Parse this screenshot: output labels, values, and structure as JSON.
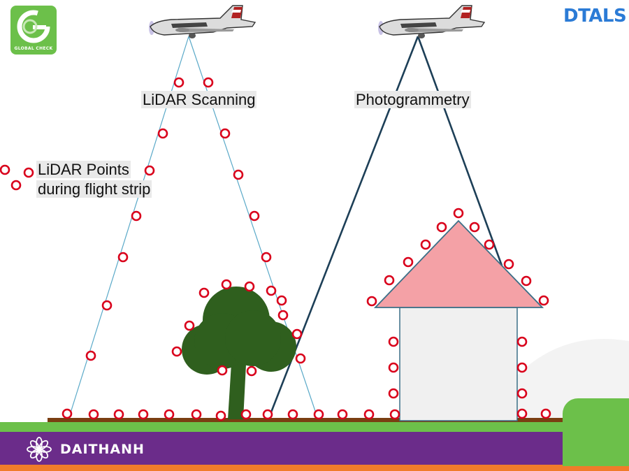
{
  "labels": {
    "lidar_scanning": "LiDAR Scanning",
    "photogrammetry": "Photogrammetry",
    "lidar_points_line1": "LiDAR Points",
    "lidar_points_line2": "during flight strip"
  },
  "logos": {
    "top_left_letter": "G",
    "top_left_text": "GLOBAL CHECK",
    "top_right_text": "DTALS",
    "footer_text": "DAITHANH"
  },
  "colors": {
    "point_ring": "#d9001b",
    "lidar_beam": "#5aa9c8",
    "photo_beam": "#1d3f57",
    "ground": "#7a3e12",
    "grass": "#6cc04a",
    "tree": "#2f5f1e",
    "roof": "#f4a1a6",
    "house_wall": "#f0f0f0",
    "footer_purple": "#6b2c8a",
    "footer_orange": "#f07c2a",
    "brand_green": "#6cc04a",
    "brand_blue": "#2b7bd6"
  },
  "icons": [
    "airplane-icon",
    "flower-icon",
    "g-logo-icon"
  ]
}
